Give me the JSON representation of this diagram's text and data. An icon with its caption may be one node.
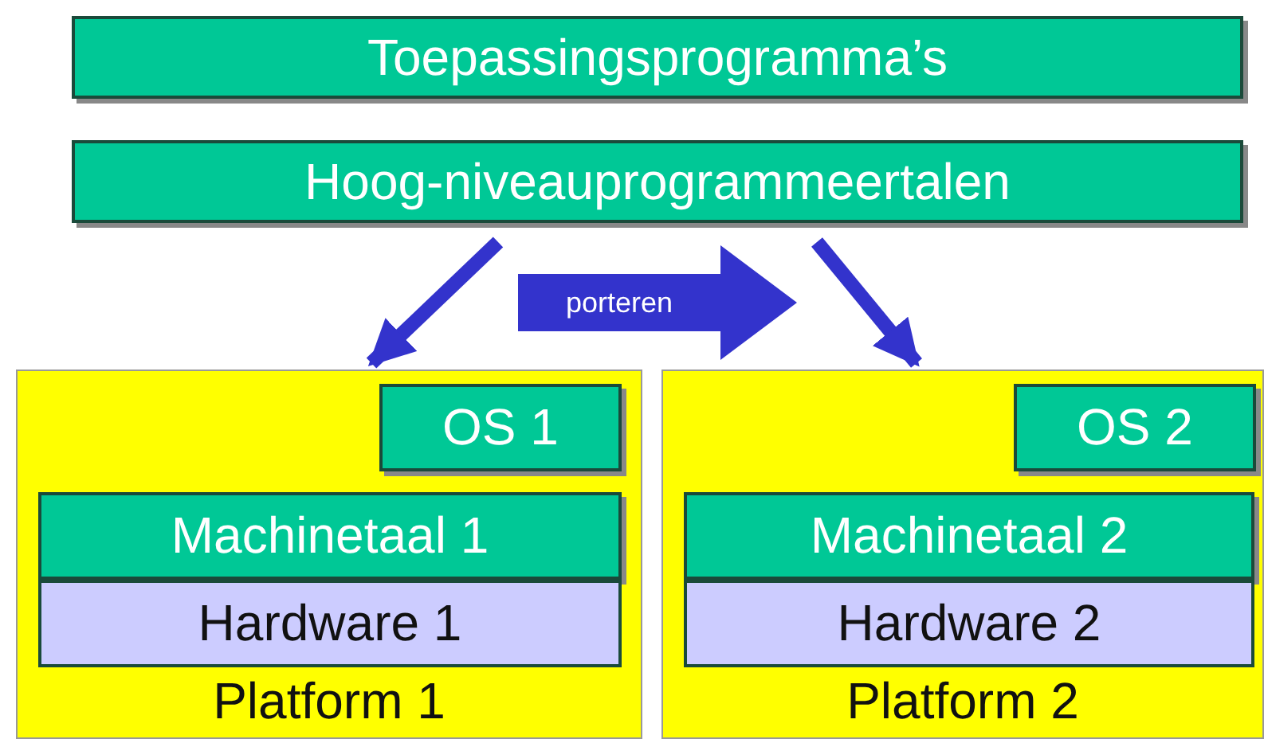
{
  "diagram": {
    "nodes": [
      {
        "text": [
          "Toepassingsprogramma’s"
        ]
      },
      {
        "text": [
          "Hoog-niveauprogrammeertalen"
        ]
      },
      {
        "text": [
          "Platform 1"
        ]
      },
      {
        "text": [
          "OS 1"
        ],
        "in": 2
      },
      {
        "text": [
          "Machinetaal 1"
        ],
        "in": 2
      },
      {
        "text": [
          "Hardware 1"
        ],
        "in": 2
      },
      {
        "text": [
          "Platform 2"
        ]
      },
      {
        "text": [
          "OS 2"
        ],
        "in": 6
      },
      {
        "text": [
          "Machinetaal 2"
        ],
        "in": 6
      },
      {
        "text": [
          "Hardware 2"
        ],
        "in": 6
      }
    ],
    "edges": [
      {
        "from": 1,
        "to": 2,
        "arrow": "to"
      },
      {
        "from": 2,
        "to": 6,
        "arrow": "to",
        "label": "porteren",
        "style": "thick"
      },
      {
        "from": 1,
        "to": 6,
        "arrow": "to"
      }
    ]
  }
}
